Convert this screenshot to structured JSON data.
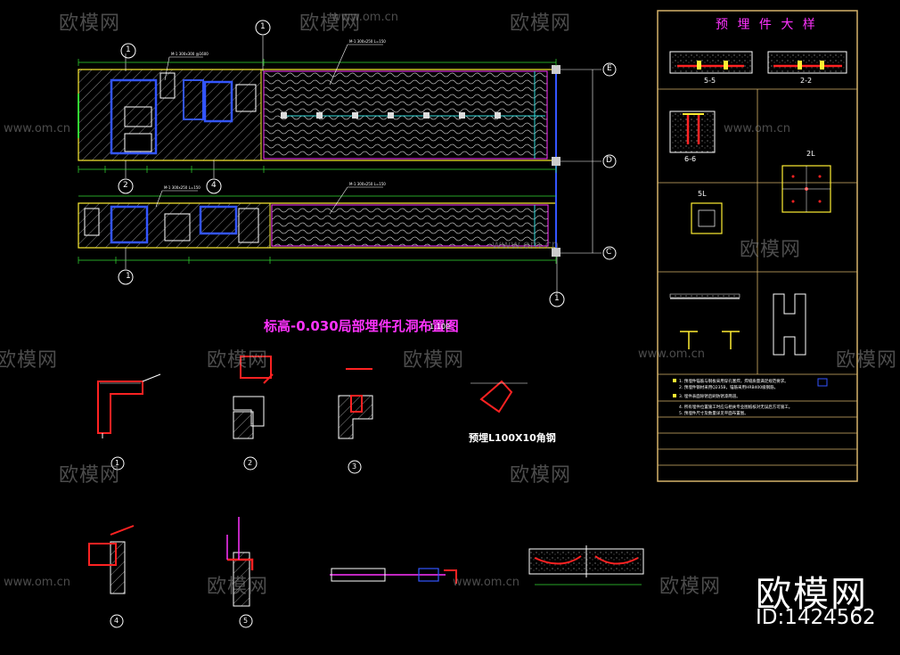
{
  "plan": {
    "title": "标高-0.030局部埋件孔洞布置图",
    "scale": "1:100",
    "axes": [
      "E",
      "D",
      "C",
      "1",
      "2",
      "4"
    ]
  },
  "embed_panel": {
    "title": "预 埋 件 大 样",
    "sections": [
      "5-5",
      "2-2",
      "6-6"
    ],
    "details": [
      "5L",
      "2L"
    ]
  },
  "details": {
    "markers": [
      "1",
      "2",
      "3",
      "4",
      "5"
    ],
    "angle_title": "预埋L100X10角钢"
  },
  "watermarks": {
    "brand": "欧模网",
    "url": "www.om.cn"
  },
  "corner": {
    "logo": "欧模网",
    "id": "ID:1424562"
  },
  "colors": {
    "background": "#000000",
    "lines": "#ffffff",
    "magenta": "#ff33ff",
    "blue": "#3355ff",
    "yellow": "#ffee33",
    "red": "#ff2222",
    "cyan": "#33dddd",
    "green": "#33dd33",
    "panel_border": "#d6b36a"
  }
}
